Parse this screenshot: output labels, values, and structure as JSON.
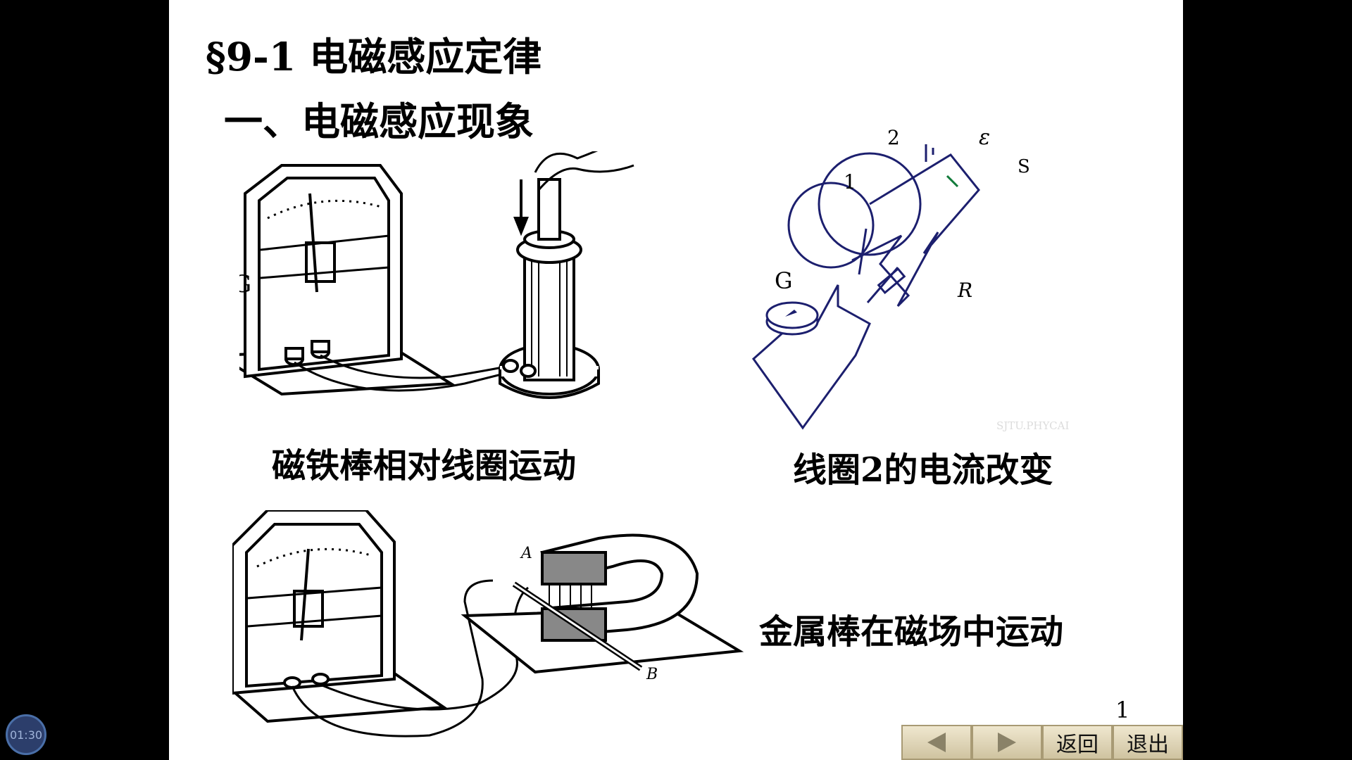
{
  "slide": {
    "title": "§9-1 电磁感应定律",
    "subtitle": "一、电磁感应现象",
    "captions": {
      "magnet": "磁铁棒相对线圈运动",
      "coil2": "线圈2的电流改变",
      "rod": "金属棒在磁场中运动"
    },
    "page_number": "1"
  },
  "figures": {
    "galvanometer_label": "G",
    "circuit": {
      "g": "G",
      "coil1": "1",
      "coil2": "2",
      "emf": "ε",
      "switch": "S",
      "resistor": "R",
      "watermark": "SJTU.PHYCAI"
    },
    "rod": {
      "a": "A",
      "b": "B"
    }
  },
  "nav": {
    "prev_icon": "left-arrow-icon",
    "next_icon": "right-arrow-icon",
    "back": "返回",
    "exit": "退出"
  },
  "timer": "01:30"
}
